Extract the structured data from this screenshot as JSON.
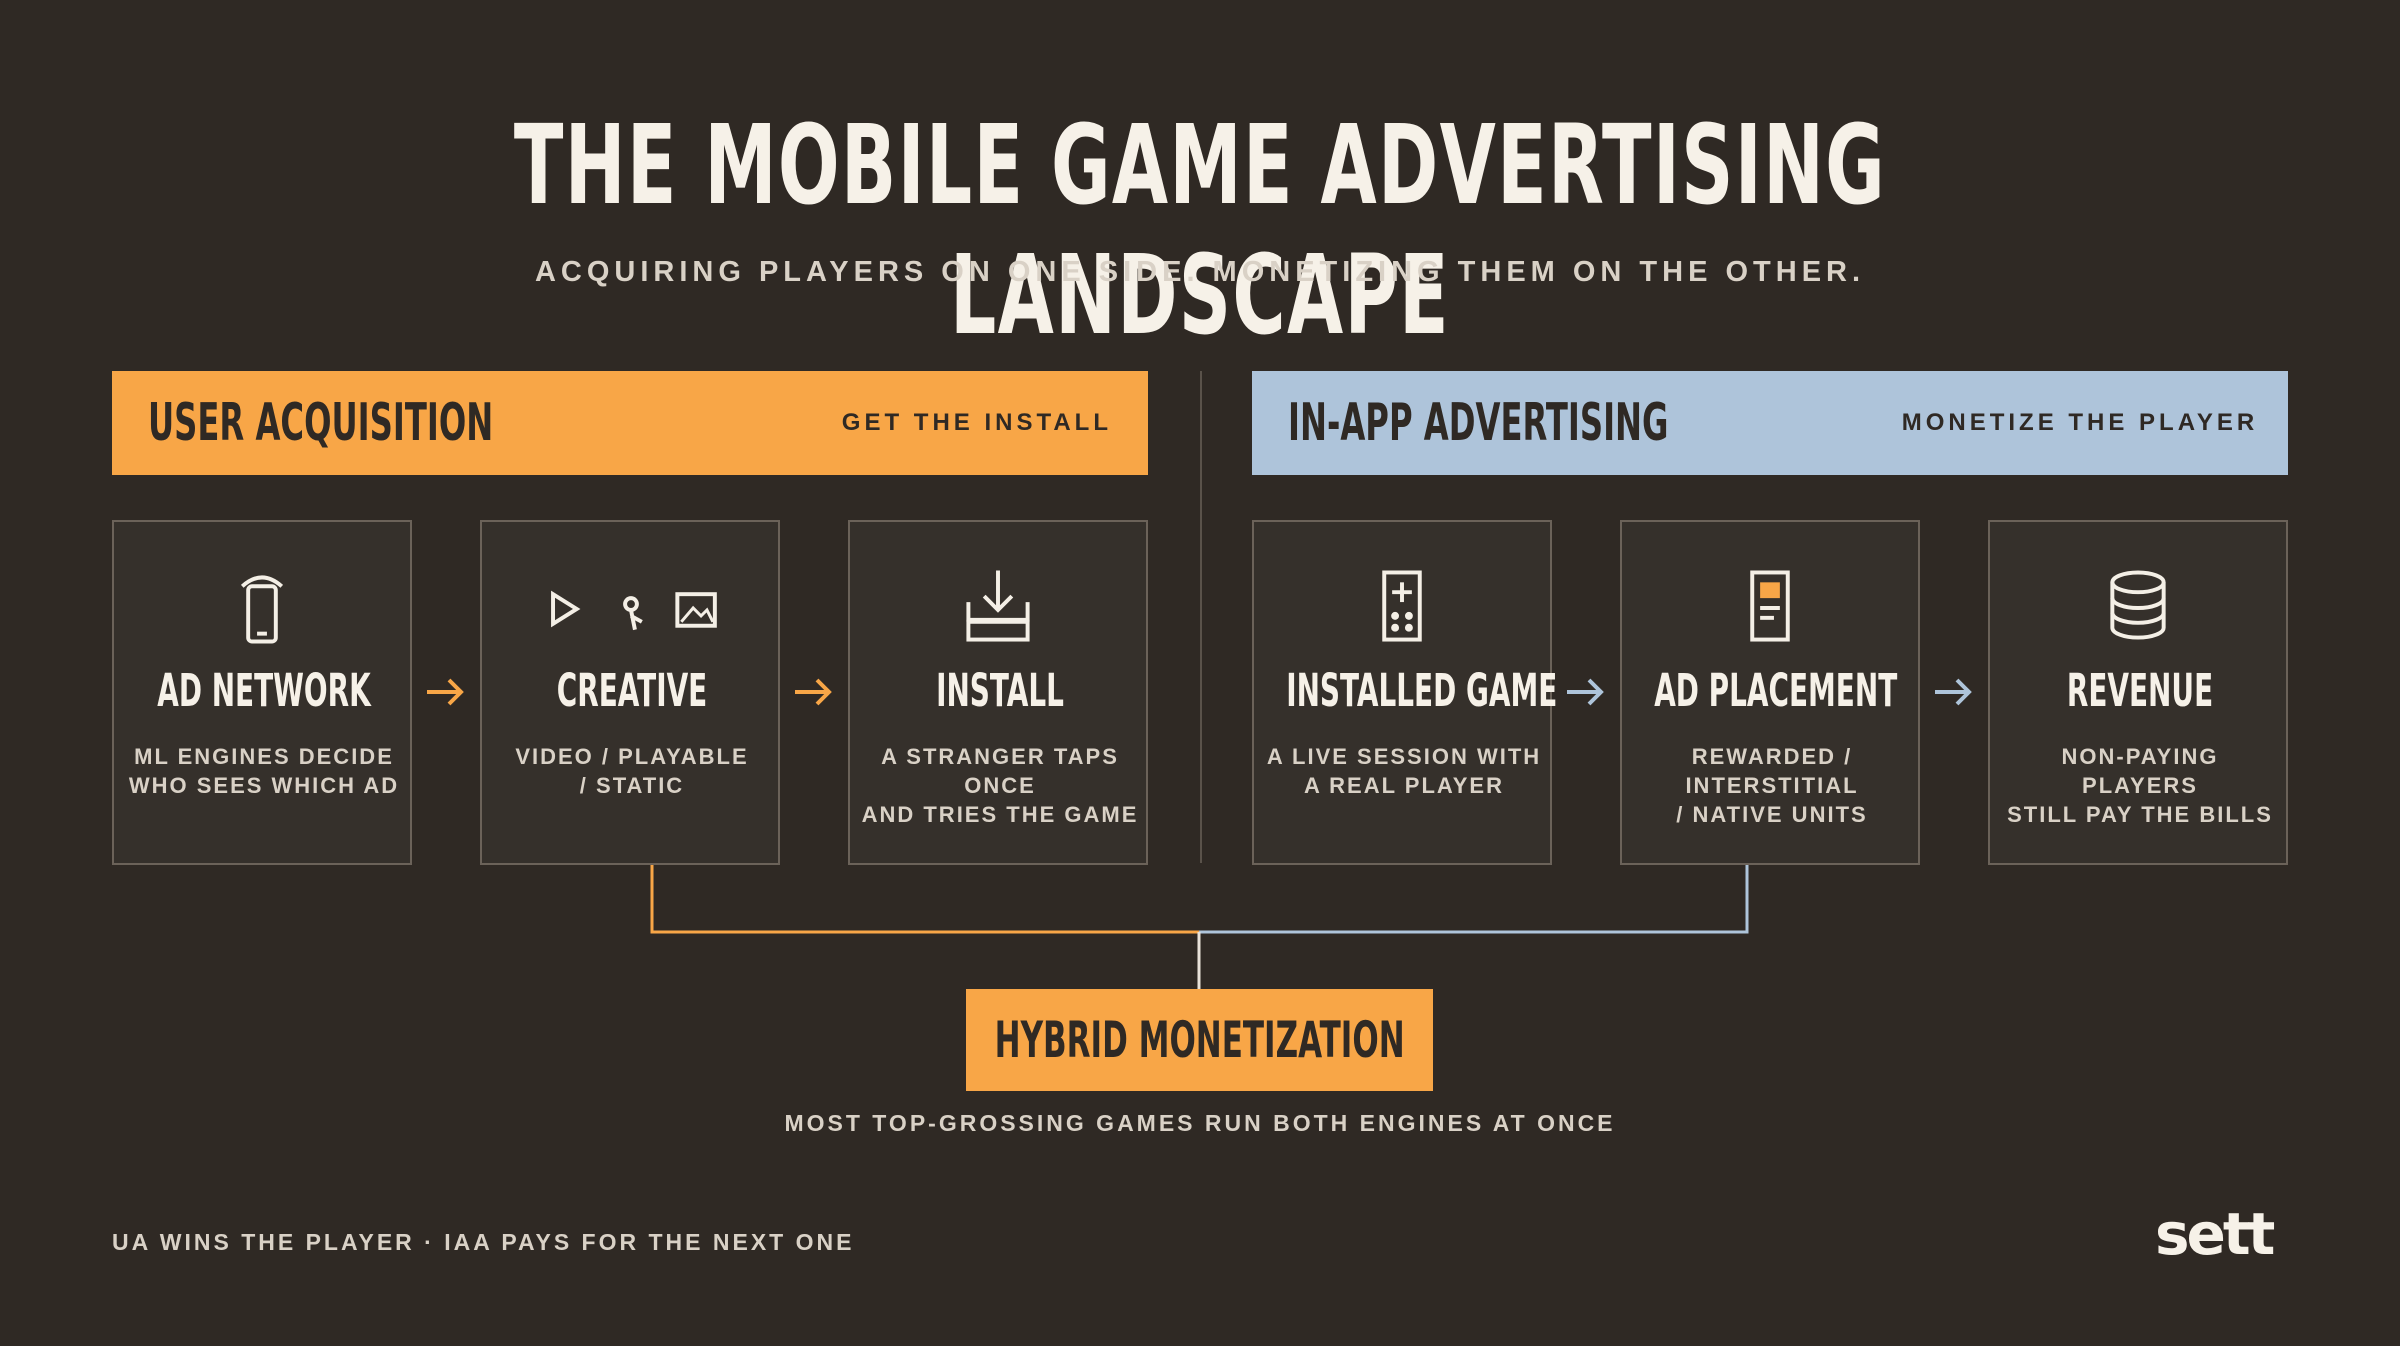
{
  "title": "THE MOBILE GAME ADVERTISING LANDSCAPE",
  "subtitle": "ACQUIRING PLAYERS ON ONE SIDE. MONETIZING THEM ON THE OTHER.",
  "left": {
    "title": "USER ACQUISITION",
    "tag": "GET THE INSTALL",
    "color": "#f8a647",
    "cards": [
      {
        "title": "AD NETWORK",
        "desc": "ML ENGINES DECIDE\nWHO SEES WHICH AD",
        "icon": "phone-icon"
      },
      {
        "title": "CREATIVE",
        "desc": "VIDEO / PLAYABLE\n/ STATIC",
        "icon": "play-tap-image-icons"
      },
      {
        "title": "INSTALL",
        "desc": "A STRANGER TAPS\nONCE\nAND TRIES THE GAME",
        "icon": "download-icon"
      }
    ]
  },
  "right": {
    "title": "IN-APP ADVERTISING",
    "tag": "MONETIZE THE PLAYER",
    "color": "#aec4da",
    "cards": [
      {
        "title": "INSTALLED GAME",
        "desc": "A LIVE SESSION WITH\nA REAL PLAYER",
        "icon": "gamepad-icon"
      },
      {
        "title": "AD PLACEMENT",
        "desc": "REWARDED /\nINTERSTITIAL\n/ NATIVE UNITS",
        "icon": "ad-unit-icon"
      },
      {
        "title": "REVENUE",
        "desc": "NON-PAYING PLAYERS\nSTILL PAY THE BILLS",
        "icon": "database-icon"
      }
    ]
  },
  "hybrid": {
    "title": "HYBRID MONETIZATION",
    "desc": "MOST TOP-GROSSING GAMES RUN BOTH ENGINES AT ONCE"
  },
  "footer": "UA WINS THE PLAYER · IAA PAYS FOR THE NEXT ONE",
  "logo": "sett"
}
